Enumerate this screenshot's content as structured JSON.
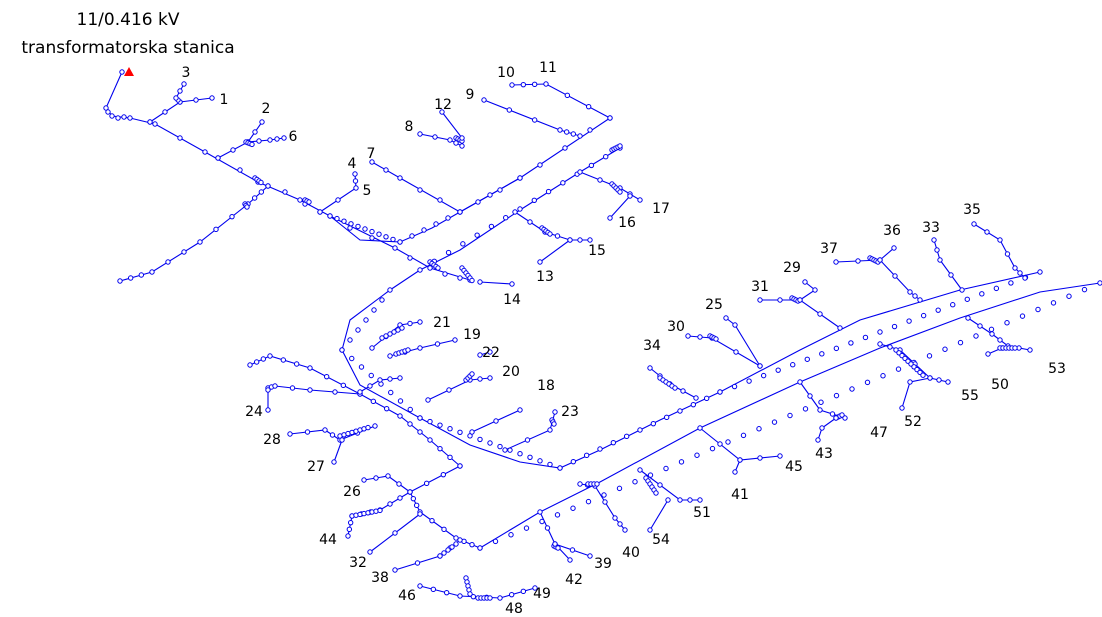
{
  "title": {
    "line1": "11/0.416 kV",
    "line2": "transformatorska stanica"
  },
  "colors": {
    "network": "#0000ee",
    "transformer": "#ff0000",
    "text": "#000000"
  },
  "source_marker": "red-triangle",
  "labels": [
    "1",
    "2",
    "3",
    "4",
    "5",
    "6",
    "7",
    "8",
    "9",
    "10",
    "11",
    "12",
    "13",
    "14",
    "15",
    "16",
    "17",
    "18",
    "19",
    "20",
    "21",
    "22",
    "23",
    "24",
    "25",
    "26",
    "27",
    "28",
    "29",
    "30",
    "31",
    "32",
    "33",
    "34",
    "35",
    "36",
    "37",
    "38",
    "39",
    "40",
    "41",
    "42",
    "43",
    "44",
    "45",
    "46",
    "47",
    "48",
    "49",
    "50",
    "51",
    "52",
    "53",
    "54",
    "55"
  ]
}
